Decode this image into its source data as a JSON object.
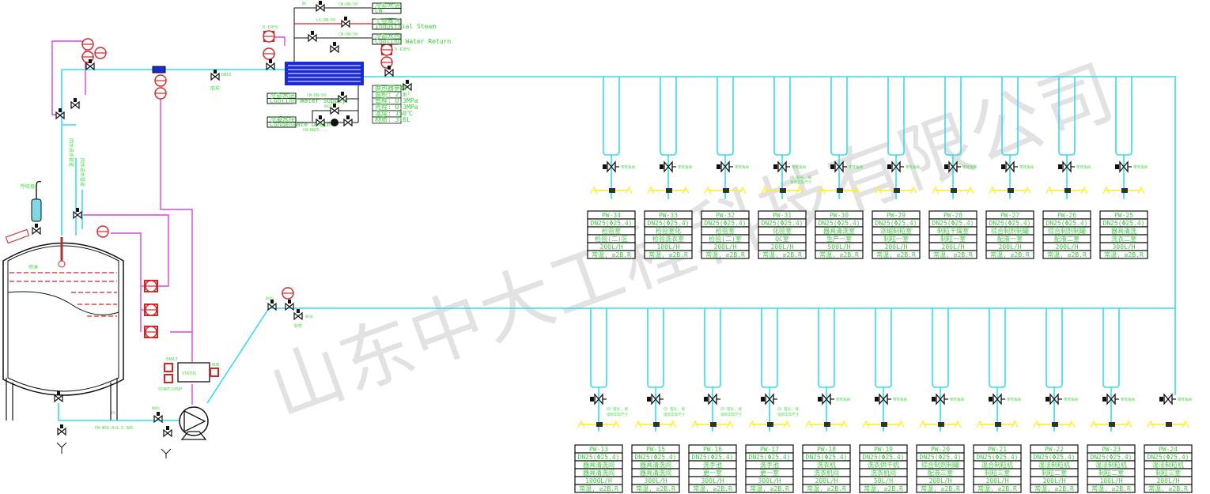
{
  "watermark": "山东中大工程科技有限公司",
  "colors": {
    "pure_water": "#33ddee",
    "signal": "#dd44dd",
    "steam": "#dd2222",
    "instrument": "#dd2222",
    "heat_exchanger": "#1a2ad8",
    "label": "#44dd44",
    "support": "#ffee22",
    "outline": "#111111"
  },
  "heat_exchanger": {
    "top_right_instr": "0-150℃",
    "left_instr": "0-150℃",
    "line_cw_in_top": "CW-DN-50",
    "line_ls": "LS-DN-50",
    "line_cw_out": "CW-DN-50",
    "line_cw_bottom": "CW-DN-50",
    "line_cw_dn25": "CW-DN25-...",
    "valve_dn": "DN",
    "valve_dn25": "DN25",
    "box_cw_in_top": [
      "冷却水进",
      "CW"
    ],
    "box_steam": [
      "工业蒸汽",
      "Industrial Steam"
    ],
    "box_cw_return": [
      "冷却水回",
      "Cooling Water Return"
    ],
    "box_cw_supply": [
      "冷却水进",
      "Cooling Water Supply"
    ],
    "box_drain": [
      "冷凝水排",
      "Condensate Drain"
    ],
    "spec_table": [
      "换热器参数",
      "面积: 2 m²",
      "管程: 0.3MPa",
      "壳程: 0.3MPa",
      "温度: 150℃",
      "材质: 316L"
    ]
  },
  "tank": {
    "vent_filter_label": "呼吸器",
    "spray_label": "喷淋",
    "return_labels": [
      "回水进水管道",
      "回水进水管道"
    ]
  },
  "pump": {
    "fault": "FAULT",
    "status": "STATUS",
    "run": "RUN",
    "start_stop": "START/STOP",
    "slope": "1%",
    "line_label": "PW-Φ50.8×1.5-305",
    "valve_label": "DN50"
  },
  "supply_line": {
    "valve_label": "DN50",
    "sample_label": "取样",
    "sample_valve": "DN10"
  },
  "headers": {
    "sample_top": "取样",
    "sample_top_valve": "DN10"
  },
  "user_valve_label": "零死角阀",
  "user_valve_note": [
    "Q5 管长, 按",
    "现场实际尺寸"
  ],
  "upper_points": [
    {
      "tag": "PW-34",
      "dn": "DN25(Φ25.4)",
      "room": "检验室",
      "area": "检验(二)区",
      "flow": "200L/H",
      "temp": "常温, ≥2B.R"
    },
    {
      "tag": "PW-33",
      "dn": "DN25(Φ25.4)",
      "room": "检验室化",
      "area": "检验洗衣室",
      "flow": "100L/H",
      "temp": "常温, ≥2B.R"
    },
    {
      "tag": "PW-32",
      "dn": "DN25(Φ25.4)",
      "room": "检验室",
      "area": "检验(二)室",
      "flow": "200L/H",
      "temp": "常温, ≥2B.R"
    },
    {
      "tag": "PW-31",
      "dn": "DN25(Φ25.4)",
      "room": "化验室",
      "area": "QC室",
      "flow": "200L/H",
      "temp": "常温, ≥2B.R"
    },
    {
      "tag": "PW-30",
      "dn": "DN25(Φ25.4)",
      "room": "器具清洗室",
      "area": "生产一室",
      "flow": "500L/H",
      "temp": "常温, ≥2B.R"
    },
    {
      "tag": "PW-29",
      "dn": "DN25(Φ25.4)",
      "room": "浓缩制粒室",
      "area": "制粒一室",
      "flow": "200L/H",
      "temp": "常温, ≥2B.R"
    },
    {
      "tag": "PW-28",
      "dn": "DN25(Φ25.4)",
      "room": "制粒干燥室",
      "area": "制粒一室",
      "flow": "200L/H",
      "temp": "常温, ≥2B.R"
    },
    {
      "tag": "PW-27",
      "dn": "DN25(Φ25.4)",
      "room": "综合制剂制罐",
      "area": "配液一室",
      "flow": "200L/H",
      "temp": "常温, ≥2B.R"
    },
    {
      "tag": "PW-26",
      "dn": "DN25(Φ25.4)",
      "room": "综合制剂制罐",
      "area": "配液二室",
      "flow": "200L/H",
      "temp": "常温, ≥2B.R"
    },
    {
      "tag": "PW-25",
      "dn": "DN25(Φ25.4)",
      "room": "器具清洗",
      "area": "洗衣二室",
      "flow": "300L/H",
      "temp": "常温, ≥2B.R"
    }
  ],
  "lower_points": [
    {
      "tag": "PW-13",
      "dn": "DN25(Φ25.4)",
      "room": "器具清洗间",
      "area": "器具清洗间",
      "flow": "1000L/H",
      "temp": "常温, ≥2B.R"
    },
    {
      "tag": "PW-15",
      "dn": "DN25(Φ25.4)",
      "room": "器具清洗间",
      "area": "器具清洗间",
      "flow": "300L/H",
      "temp": "常温, ≥2B.R"
    },
    {
      "tag": "PW-16",
      "dn": "DN25(Φ25.4)",
      "room": "洗手池",
      "area": "更一室",
      "flow": "300L/H",
      "temp": "常温, ≥2B.R"
    },
    {
      "tag": "PW-17",
      "dn": "DN25(Φ25.4)",
      "room": "洗手池",
      "area": "更一室",
      "flow": "300L/H",
      "temp": "常温, ≥2B.R"
    },
    {
      "tag": "PW-18",
      "dn": "DN25(Φ25.4)",
      "room": "洗衣机",
      "area": "洗衣机间",
      "flow": "200L/H",
      "temp": "常温, ≥2B.R"
    },
    {
      "tag": "PW-19",
      "dn": "DN25(Φ25.4)",
      "room": "洗衣烘干机",
      "area": "洗衣机间",
      "flow": "50L/H",
      "temp": "常温, ≥2B.R"
    },
    {
      "tag": "PW-20",
      "dn": "DN25(Φ25.4)",
      "room": "综合制剂制罐",
      "area": "配液三室",
      "flow": "200L/H",
      "temp": "常温, ≥2B.R"
    },
    {
      "tag": "PW-21",
      "dn": "DN25(Φ25.4)",
      "room": "混合制粒机",
      "area": "制粒三室",
      "flow": "200L/H",
      "temp": "常温, ≥2B.R"
    },
    {
      "tag": "PW-22",
      "dn": "DN25(Φ25.4)",
      "room": "湿法制粒机",
      "area": "制粒二室",
      "flow": "200L/H",
      "temp": "常温, ≥2B.R"
    },
    {
      "tag": "PW-23",
      "dn": "DN25(Φ25.4)",
      "room": "湿法制粒机",
      "area": "制粒二室",
      "flow": "100L/H",
      "temp": "常温, ≥2B.R"
    },
    {
      "tag": "PW-24",
      "dn": "DN25(Φ25.4)",
      "room": "湿法制粒机",
      "area": "制粒三室",
      "flow": "200L/H",
      "temp": "常温, ≥2B.R"
    }
  ]
}
